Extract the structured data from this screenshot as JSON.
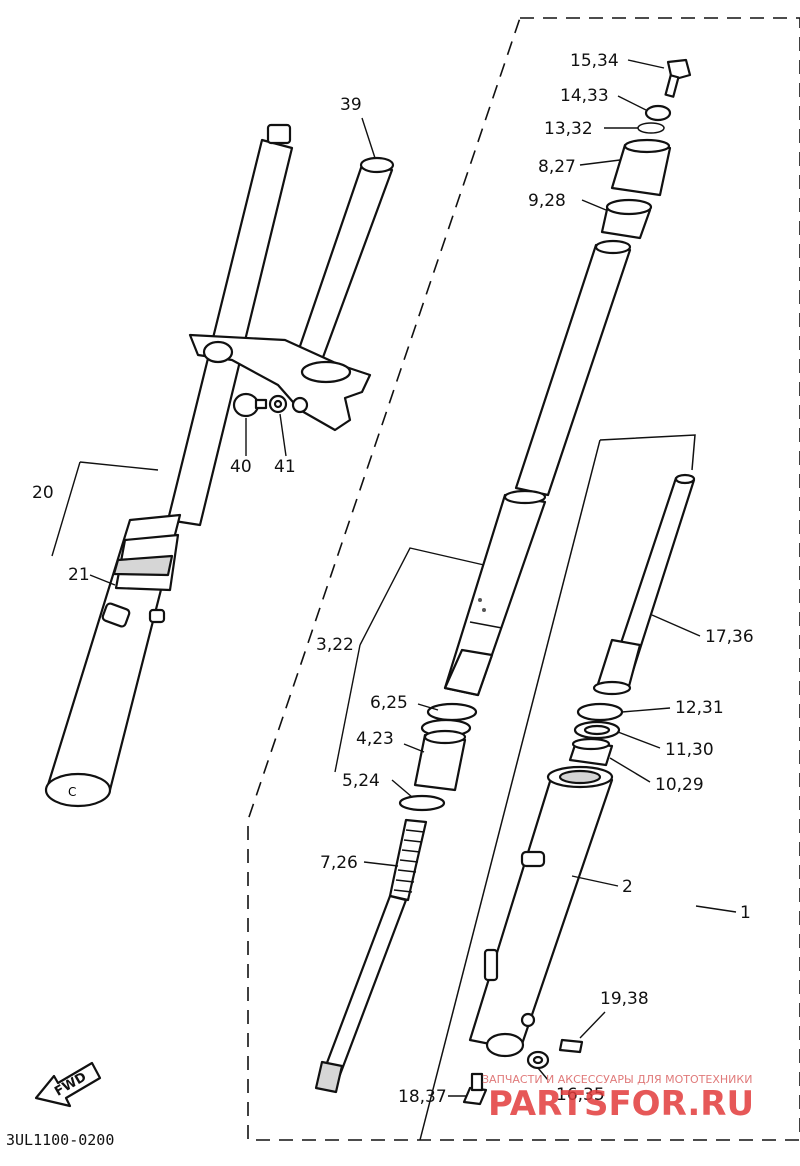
{
  "labels": {
    "l1534": "15,34",
    "l1433": "14,33",
    "l1332": "13,32",
    "l827": "8,27",
    "l928": "9,28",
    "l39": "39",
    "l40": "40",
    "l41": "41",
    "l20": "20",
    "l21": "21",
    "l322": "3,22",
    "l625": "6,25",
    "l423": "4,23",
    "l524": "5,24",
    "l726": "7,26",
    "l1736": "17,36",
    "l1231": "12,31",
    "l1130": "11,30",
    "l1029": "10,29",
    "l2": "2",
    "l1": "1",
    "l1938": "19,38",
    "l1837": "18,37",
    "l1635": "16,35"
  },
  "fwd_label": "FWD",
  "diagram_code": "3UL1100-0200",
  "slider_mark": "C",
  "watermark": {
    "caption": "ЗАПЧАСТИ И АКСЕССУАРЫ ДЛЯ МОТОТЕХНИКИ",
    "brand": "PARTSFOR.RU"
  }
}
